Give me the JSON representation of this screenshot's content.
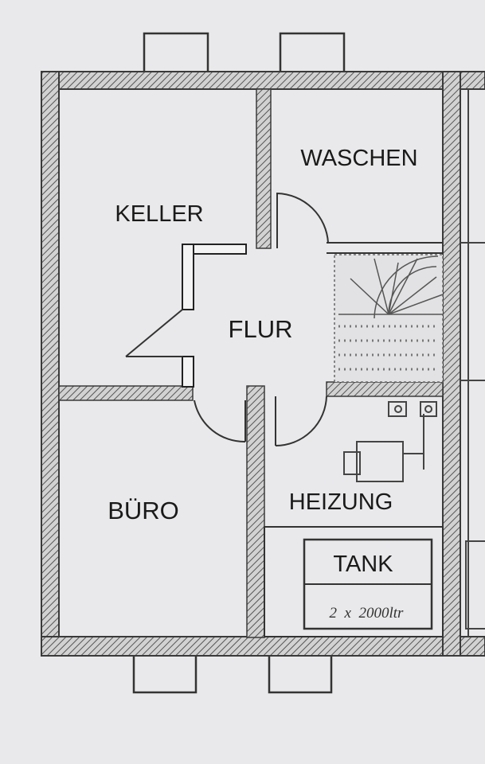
{
  "rooms": {
    "keller": "KELLER",
    "waschen": "WASCHEN",
    "flur": "FLUR",
    "buero": "BÜRO",
    "heizung": "HEIZUNG",
    "tank": "TANK"
  },
  "tank_capacity": "2  x  2000ltr",
  "colors": {
    "paper": "#e9e9eb",
    "wall_fill": "#cfcfcf",
    "wall_stroke": "#3a3a3a",
    "ink": "#1a1a1a"
  }
}
